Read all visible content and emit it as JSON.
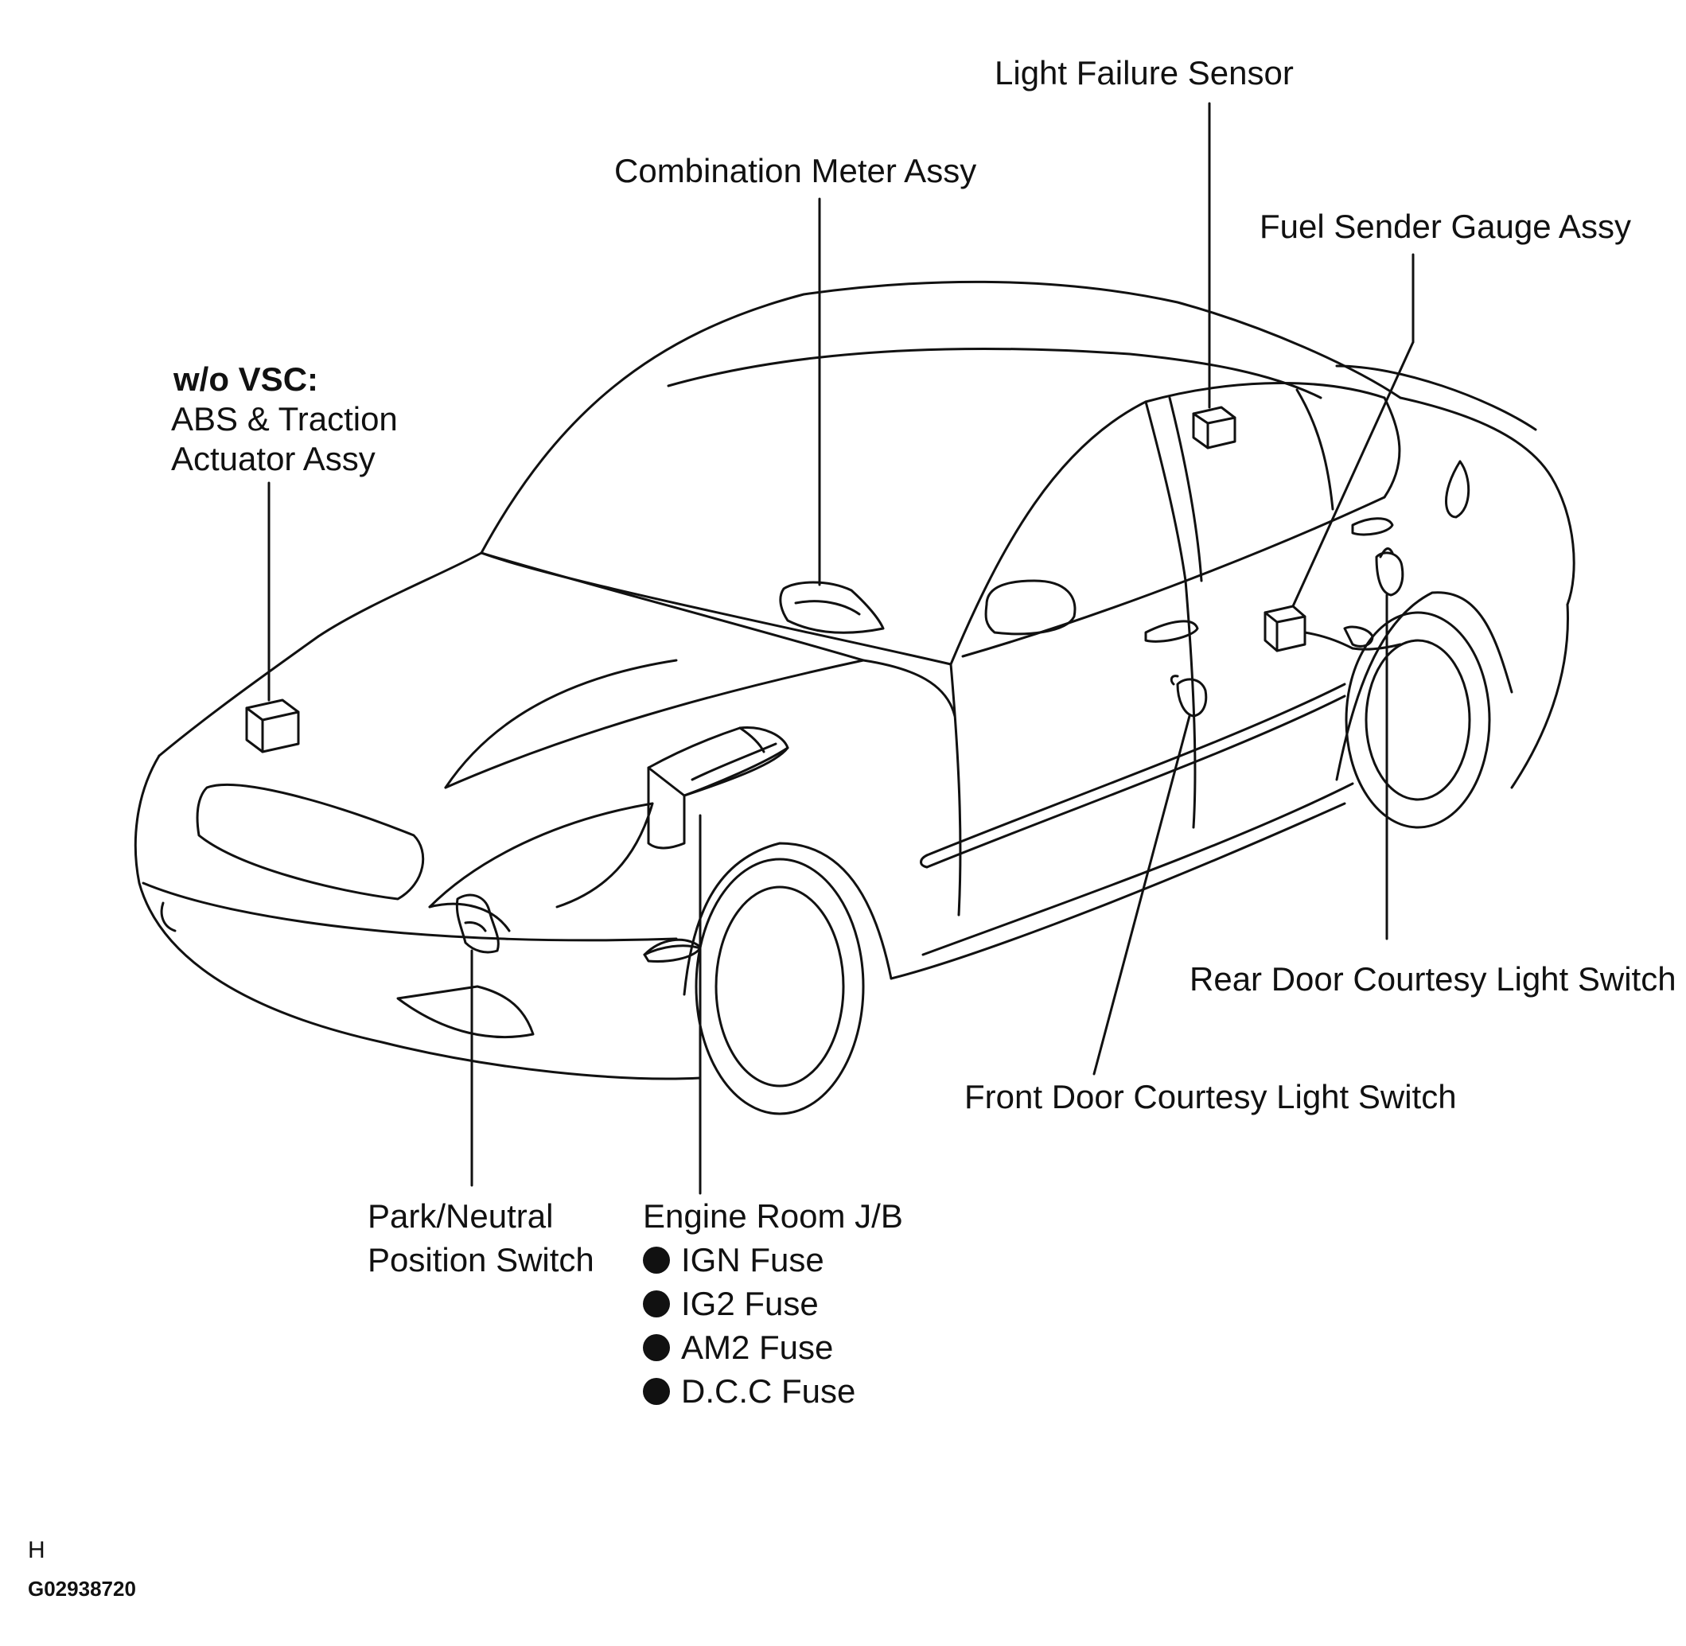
{
  "labels": {
    "light_failure_sensor": "Light Failure Sensor",
    "combination_meter": "Combination Meter Assy",
    "fuel_sender": "Fuel Sender Gauge Assy",
    "abs_header": "w/o VSC:",
    "abs_line1": "ABS & Traction",
    "abs_line2": "Actuator Assy",
    "rear_door_switch": "Rear Door Courtesy Light Switch",
    "front_door_switch": "Front Door Courtesy Light Switch",
    "park_line1": "Park/Neutral",
    "park_line2": "Position Switch",
    "engine_jb": "Engine Room J/B",
    "fuses": [
      "IGN Fuse",
      "IG2 Fuse",
      "AM2 Fuse",
      "D.C.C Fuse"
    ]
  },
  "corner_letter": "H",
  "figure_code": "G02938720"
}
